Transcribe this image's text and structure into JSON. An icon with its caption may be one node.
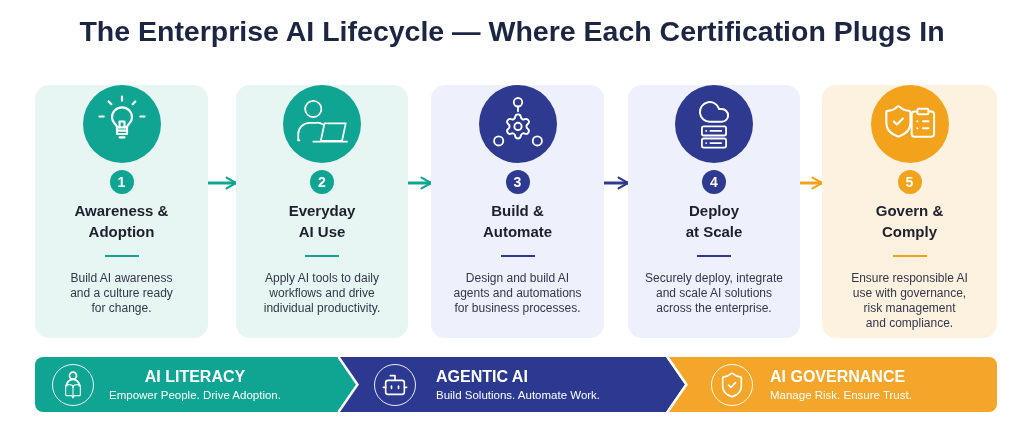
{
  "diagram": {
    "title": "The Enterprise AI Lifecycle — Where Each Certification Plugs In",
    "nodes": [
      {
        "text": [
          "Awareness & Adoption",
          "Build AI awareness and a culture ready for change."
        ]
      },
      {
        "text": [
          "1"
        ],
        "in": 0
      },
      {
        "text": [
          "Everyday AI Use",
          "Apply AI tools to daily workflows and drive individual productivity."
        ]
      },
      {
        "text": [
          "2"
        ],
        "in": 2
      },
      {
        "text": [
          "Build & Automate",
          "Design and build AI agents and automations for business processes."
        ]
      },
      {
        "text": [
          "3"
        ],
        "in": 4
      },
      {
        "text": [
          "Deploy at Scale",
          "Securely deploy, integrate and scale AI solutions across the enterprise."
        ]
      },
      {
        "text": [
          "4"
        ],
        "in": 6
      },
      {
        "text": [
          "Govern & Comply",
          "Ensure responsible AI use with governance, risk management and compliance."
        ]
      },
      {
        "text": [
          "5"
        ],
        "in": 8
      },
      {
        "text": [
          "AI LITERACY",
          "Empower People. Drive Adoption."
        ]
      },
      {
        "text": [
          "AGENTIC AI",
          "Build Solutions. Automate Work."
        ]
      },
      {
        "text": [
          "AI GOVERNANCE",
          "Manage Risk. Ensure Trust."
        ]
      }
    ],
    "edges": [
      {
        "from": 0,
        "to": 2,
        "arrow": "to"
      },
      {
        "from": 2,
        "to": 4,
        "arrow": "to"
      },
      {
        "from": 4,
        "to": 6,
        "arrow": "to",
        "color": "#2e3a8f"
      },
      {
        "from": 6,
        "to": 8,
        "arrow": "to",
        "color": "#f2a31b"
      }
    ]
  }
}
